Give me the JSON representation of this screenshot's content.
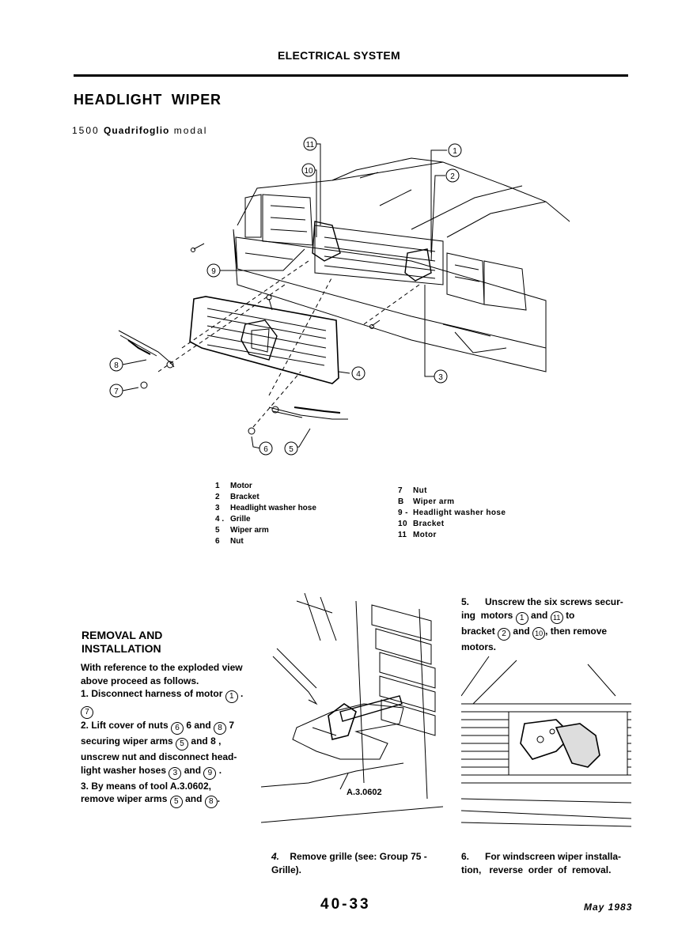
{
  "header": "ELECTRICAL SYSTEM",
  "title": "HEADLIGHT  WIPER",
  "subtitle": {
    "prefix": "1500",
    "model": "Quadrifoglio",
    "suffix": "modal"
  },
  "callouts": [
    "1",
    "2",
    "3",
    "4",
    "5",
    "6",
    "7",
    "8",
    "9",
    "10",
    "11"
  ],
  "legend_left": [
    {
      "num": "1",
      "label": "Motor"
    },
    {
      "num": "2",
      "label": "Bracket"
    },
    {
      "num": "3",
      "label": "Headlight washer hose"
    },
    {
      "num": "4 .",
      "label": "Grille"
    },
    {
      "num": "5",
      "label": "Wiper arm"
    },
    {
      "num": "6",
      "label": "Nut"
    }
  ],
  "legend_right": [
    {
      "num": "7",
      "label": "Nut"
    },
    {
      "num": "B",
      "label": "Wiper arm"
    },
    {
      "num": "9 -",
      "label": "Headlight washer hose"
    },
    {
      "num": "10",
      "label": "Bracket"
    },
    {
      "num": "11",
      "label": "Motor"
    }
  ],
  "section": {
    "line1": "REMOVAL AND",
    "line2": "INSTALLATION"
  },
  "intro": "With reference to the exploded view above proceed as follows.",
  "steps_left": {
    "s1a": "1.    Disconnect harness of motor",
    "s2a": "2.  Lift  cover of nuts",
    "s2b": "6 and",
    "s2c": "7",
    "s2d": "securing wiper arms",
    "s2e": "and 8 ,",
    "s2f": "unscrew nut and disconnect head-",
    "s2g": "light  washer  hoses",
    "s2h": "and",
    "s3a": "3.    By means of tool A.3.0602,",
    "s3b": "remove wiper arms",
    "s3c": "and"
  },
  "tool_label": "A.3.0602",
  "step4": {
    "num": "4.",
    "text": "Remove grille (see: Group 75 -",
    "text2": "Grille)."
  },
  "step5": {
    "line1": "5.      Unscrew the six screws secur-",
    "line2a": "ing  motors",
    "line2b": "and",
    "line2c": "to",
    "line3a": "bracket",
    "line3b": "and",
    "line3c": ", then remove",
    "line4": "motors."
  },
  "step6": {
    "line1": "6.      For windscreen wiper installa-",
    "line2": "tion,   reverse  order  of  removal."
  },
  "footer": {
    "page": "40-33",
    "date": "May 1983"
  }
}
